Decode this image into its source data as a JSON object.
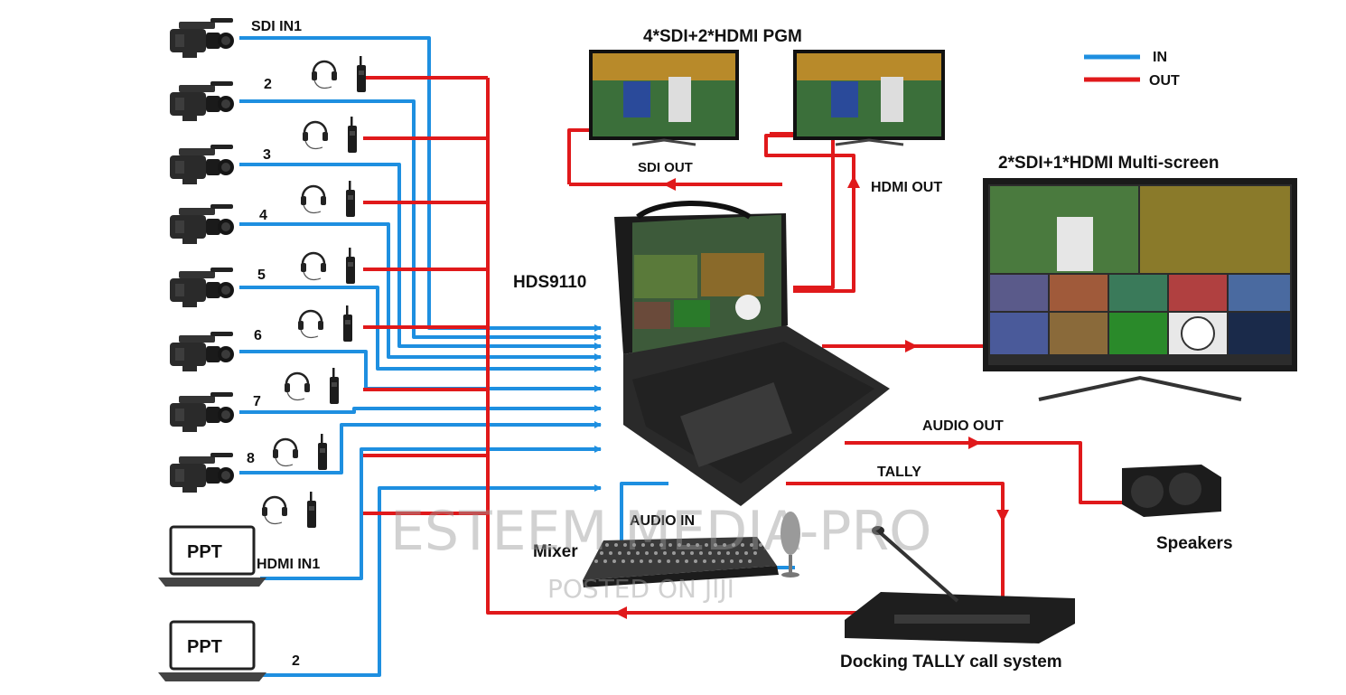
{
  "legend": {
    "in_label": "IN",
    "out_label": "OUT",
    "in_color": "#1e8fe0",
    "out_color": "#e0191b"
  },
  "labels": {
    "pgm_title": "4*SDI+2*HDMI PGM",
    "multiscreen_title": "2*SDI+1*HDMI Multi-screen",
    "sdi_out": "SDI OUT",
    "hdmi_out": "HDMI OUT",
    "device": "HDS9110",
    "audio_out": "AUDIO OUT",
    "tally": "TALLY",
    "audio_in": "AUDIO IN",
    "mixer": "Mixer",
    "speakers": "Speakers",
    "docking": "Docking TALLY call system"
  },
  "cameras": [
    {
      "label": "SDI IN1",
      "icon": "video-camera-icon"
    },
    {
      "label": "2",
      "icon": "video-camera-icon"
    },
    {
      "label": "3",
      "icon": "video-camera-icon"
    },
    {
      "label": "4",
      "icon": "video-camera-icon"
    },
    {
      "label": "5",
      "icon": "video-camera-icon"
    },
    {
      "label": "6",
      "icon": "video-camera-icon"
    },
    {
      "label": "7",
      "icon": "video-camera-icon"
    },
    {
      "label": "8",
      "icon": "video-camera-icon"
    }
  ],
  "laptops": [
    {
      "screen_text": "PPT",
      "label": "HDMI IN1",
      "icon": "laptop-icon"
    },
    {
      "screen_text": "PPT",
      "label": "2",
      "icon": "laptop-icon"
    }
  ],
  "intercom_icon": "headset-walkie-talkie-icon",
  "watermark": {
    "main": "ESTEEM MEDIA-PRO",
    "sub": "POSTED ON JIJI"
  }
}
